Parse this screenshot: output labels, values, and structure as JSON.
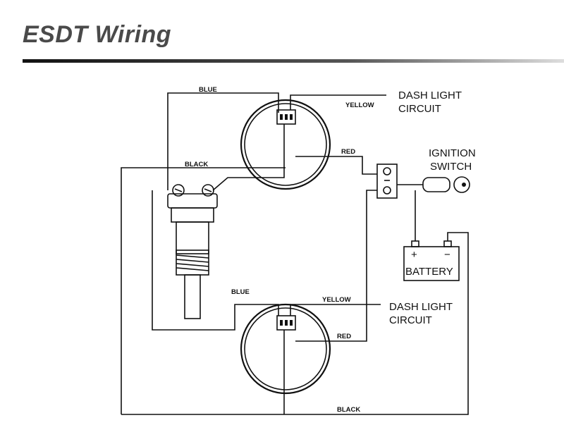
{
  "header": {
    "title": "ESDT Wiring"
  },
  "diagram": {
    "labels": {
      "blue_top": "BLUE",
      "black_top": "BLACK",
      "yellow_top": "YELLOW",
      "dash_light_top_1": "DASH LIGHT",
      "dash_light_top_2": "CIRCUIT",
      "red_top": "RED",
      "ignition_1": "IGNITION",
      "ignition_2": "SWITCH",
      "battery": "BATTERY",
      "battery_plus": "+",
      "battery_minus": "−",
      "blue_bottom": "BLUE",
      "yellow_bottom": "YELLOW",
      "dash_light_bottom_1": "DASH LIGHT",
      "dash_light_bottom_2": "CIRCUIT",
      "red_bottom": "RED",
      "black_bottom": "BLACK"
    }
  }
}
